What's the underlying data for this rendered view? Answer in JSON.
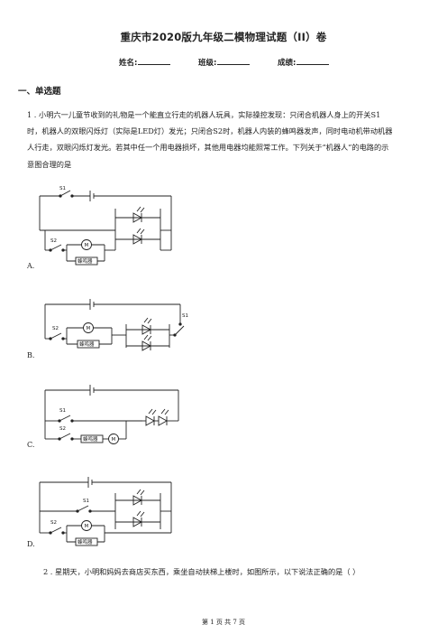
{
  "doc": {
    "title": "重庆市2020版九年级二模物理试题（II）卷",
    "name_label": "姓名:",
    "class_label": "班级:",
    "score_label": "成绩:",
    "section_title": "一、单选题",
    "q1_lines": [
      "1 . 小明六一儿童节收到的礼物是一个能直立行走的机器人玩具，实际操控发现：只闭合机器人身上的开关S1",
      "时，机器人的双眼闪烁灯（实际是LED灯）发光；只闭合S2时，机器人内装的蜂鸣器发声，同时电动机带动机器",
      "人行走，双眼闪烁灯发光。若其中任一个用电器损坏，其他用电器均能照常工作。下列关于“机器人”的电路的示",
      "意图合理的是"
    ],
    "options": [
      "A.",
      "B.",
      "C.",
      "D."
    ],
    "q2": "2 . 星期天，小明和妈妈去商店买东西，乘坐自动扶梯上楼时，如图所示，以下说法正确的是（      ）",
    "footer": "第 1 页 共 7 页"
  },
  "circuits": {
    "buzzer_label": "蜂鸣器",
    "motor_label": "M",
    "s1_label": "S1",
    "s2_label": "S2"
  }
}
